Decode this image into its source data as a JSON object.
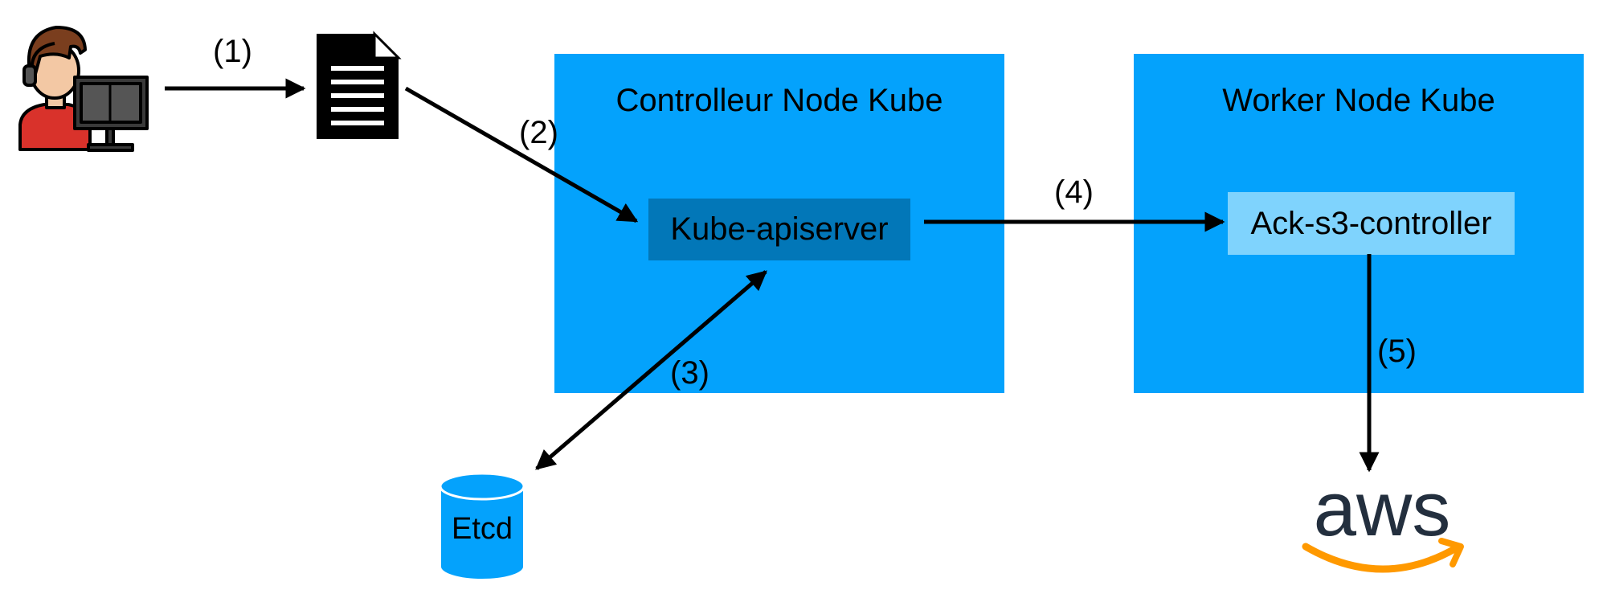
{
  "nodes": {
    "controller": {
      "title": "Controlleur Node Kube",
      "component": "Kube-apiserver"
    },
    "worker": {
      "title": "Worker Node Kube",
      "component": "Ack-s3-controller"
    }
  },
  "storage": {
    "label": "Etcd"
  },
  "steps": [
    "(1)",
    "(2)",
    "(3)",
    "(4)",
    "(5)"
  ],
  "cloud_logo": {
    "text": "aws"
  },
  "colors": {
    "node_fill": "#04a2fc",
    "apiserver_fill": "#0277b8",
    "controller_fill": "#7fd3fd",
    "etcd_fill": "#04a2fc",
    "aws_text": "#232f3e",
    "aws_smile": "#ff9900",
    "user_shirt": "#d9322b",
    "user_hair": "#7a3e1e"
  }
}
